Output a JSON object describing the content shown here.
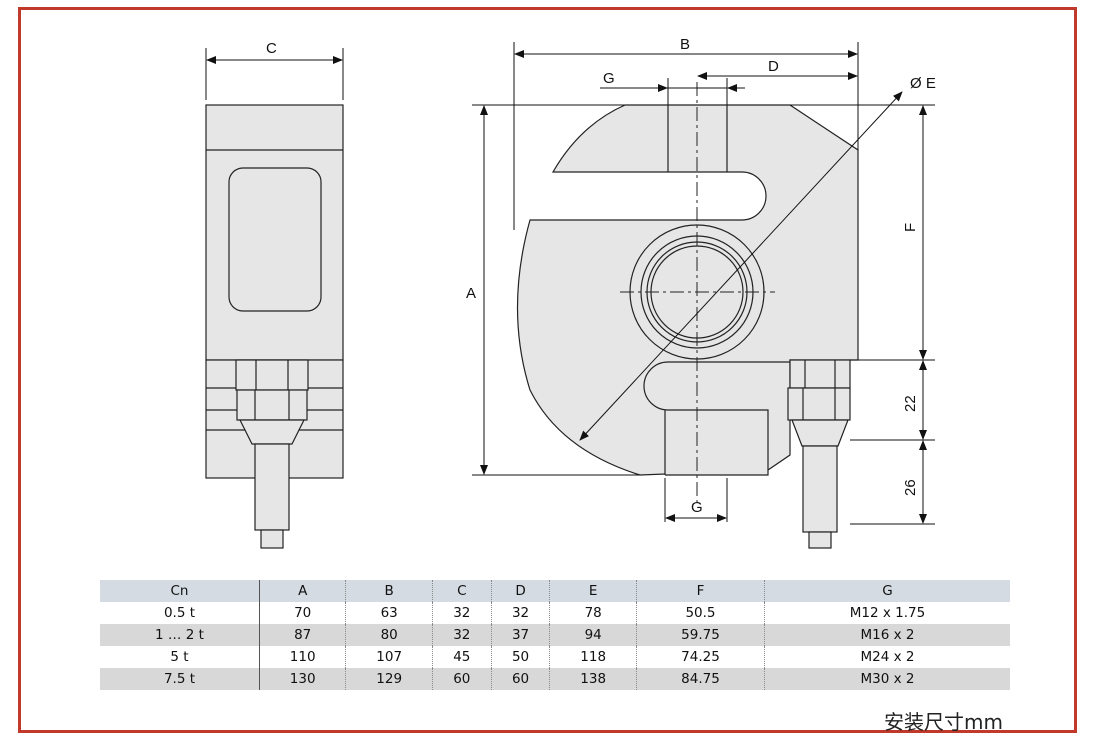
{
  "labels": {
    "c": "C",
    "b": "B",
    "d": "D",
    "g_top": "G",
    "e": "Ø E",
    "f": "F",
    "a": "A",
    "dim22": "22",
    "dim26": "26",
    "g_bottom": "G"
  },
  "table": {
    "headers": [
      "Cn",
      "A",
      "B",
      "C",
      "D",
      "E",
      "F",
      "G"
    ],
    "rows": [
      [
        "0.5 t",
        "70",
        "63",
        "32",
        "32",
        "78",
        "50.5",
        "M12 x 1.75"
      ],
      [
        "1 … 2 t",
        "87",
        "80",
        "32",
        "37",
        "94",
        "59.75",
        "M16 x 2"
      ],
      [
        "5 t",
        "110",
        "107",
        "45",
        "50",
        "118",
        "74.25",
        "M24 x 2"
      ],
      [
        "7.5 t",
        "130",
        "129",
        "60",
        "60",
        "138",
        "84.75",
        "M30 x 2"
      ]
    ]
  },
  "unit_note": "安装尺寸mm",
  "colors": {
    "frame": "#c0392b",
    "body_fill": "#e6e6e6",
    "header_bg": "#d4dbe3",
    "alt_row_bg": "#d8d8d8"
  }
}
